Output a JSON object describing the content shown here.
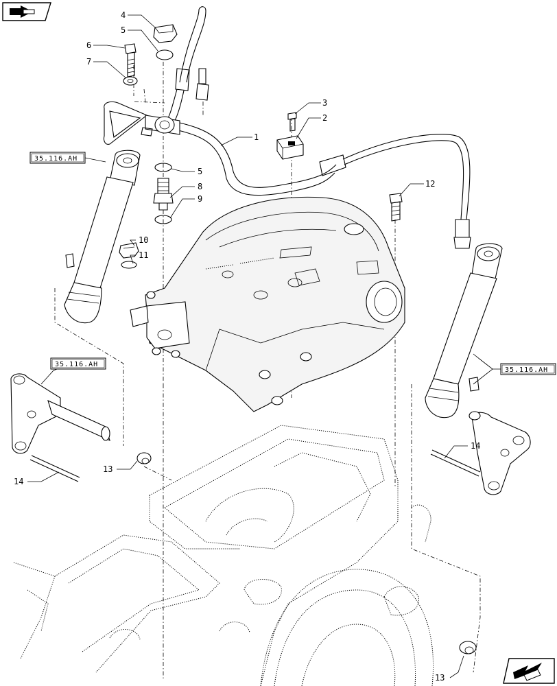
{
  "diagram": {
    "callouts": [
      {
        "id": "c4",
        "text": "4"
      },
      {
        "id": "c5a",
        "text": "5"
      },
      {
        "id": "c6",
        "text": "6"
      },
      {
        "id": "c7",
        "text": "7"
      },
      {
        "id": "c1",
        "text": "1"
      },
      {
        "id": "c3",
        "text": "3"
      },
      {
        "id": "c2",
        "text": "2"
      },
      {
        "id": "c5b",
        "text": "5"
      },
      {
        "id": "c8",
        "text": "8"
      },
      {
        "id": "c9",
        "text": "9"
      },
      {
        "id": "c12",
        "text": "12"
      },
      {
        "id": "c10",
        "text": "10"
      },
      {
        "id": "c11",
        "text": "11"
      },
      {
        "id": "c13a",
        "text": "13"
      },
      {
        "id": "c14a",
        "text": "14"
      },
      {
        "id": "c14b",
        "text": "14"
      },
      {
        "id": "c13b",
        "text": "13"
      }
    ],
    "references": [
      {
        "id": "r1",
        "text": "35.116.AH"
      },
      {
        "id": "r2",
        "text": "35.116.AH"
      },
      {
        "id": "r3",
        "text": "35.116.AH"
      }
    ],
    "icons": {
      "top_left": "forward-arrow-icon",
      "bottom_right": "back-arrow-icon"
    }
  }
}
